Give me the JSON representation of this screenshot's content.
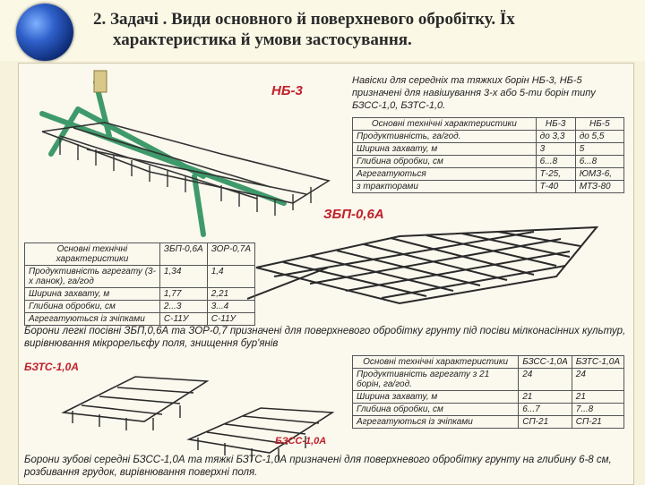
{
  "title": {
    "line1": "2. Задачі . Види основного й поверхневого обробітку. Їх",
    "line2": "характеристика й умови застосування."
  },
  "sections": {
    "nb3": {
      "label": "НБ-3",
      "text": "Навіски для середніх та тяжких борін НБ-3, НБ-5 призначені для навішування 3-х або 5-ти борін типу БЗСС-1,0, БЗТС-1,0.",
      "table": {
        "headers": [
          "Основні технічні характеристики",
          "НБ-3",
          "НБ-5"
        ],
        "rows": [
          [
            "Продуктивність, га/год.",
            "до 3,3",
            "до 5,5"
          ],
          [
            "Ширина захвату, м",
            "3",
            "5"
          ],
          [
            "Глибина обробки, см",
            "6...8",
            "6...8"
          ],
          [
            "Агрегатуються",
            "Т-25,",
            "ЮМЗ-6,"
          ],
          [
            "з тракторами",
            "Т-40",
            "МТЗ-80"
          ]
        ]
      }
    },
    "zbp": {
      "label": "ЗБП-0,6А",
      "table": {
        "headers": [
          "Основні технічні характеристики",
          "ЗБП-0,6А",
          "ЗОР-0,7А"
        ],
        "rows": [
          [
            "Продуктивність агрегату (3-х ланок), га/год",
            "1,34",
            "1,4"
          ],
          [
            "Ширина захвату, м",
            "1,77",
            "2,21"
          ],
          [
            "Глибина обробки, см",
            "2...3",
            "3...4"
          ],
          [
            "Агрегатуються із зчіпками",
            "С-11У",
            "С-11У"
          ]
        ]
      },
      "text": "Борони легкі посівні ЗБП,0,6А та ЗОР-0,7 призначені для поверхневого обробітку грунту під посіви мілконасінних культур, вирівнювання мікрорельєфу поля, знищення бур'янів"
    },
    "bzss": {
      "label_tc": "БЗТС-1,0А",
      "label_cc": "БЗСС-1,0А",
      "table": {
        "headers": [
          "Основні технічні характеристики",
          "БЗСС-1,0А",
          "БЗТС-1,0А"
        ],
        "rows": [
          [
            "Продуктивність агрегату з 21 борін, га/год.",
            "24",
            "24"
          ],
          [
            "Ширина захвату, м",
            "21",
            "21"
          ],
          [
            "Глибина обробки, см",
            "6...7",
            "7...8"
          ],
          [
            "Агрегатуються із зчіпками",
            "СП-21",
            "СП-21"
          ]
        ]
      },
      "text": "Борони зубові середні БЗСС-1,0А та тяжкі БЗТС-1,0А призначені для поверхневого обробітку грунту на глибину 6-8 см, розбивання грудок, вирівнювання поверхні поля."
    }
  },
  "colors": {
    "label_red": "#c0202a",
    "frame_green": "#3f9a6b",
    "tine_dark": "#3a3a3a"
  }
}
